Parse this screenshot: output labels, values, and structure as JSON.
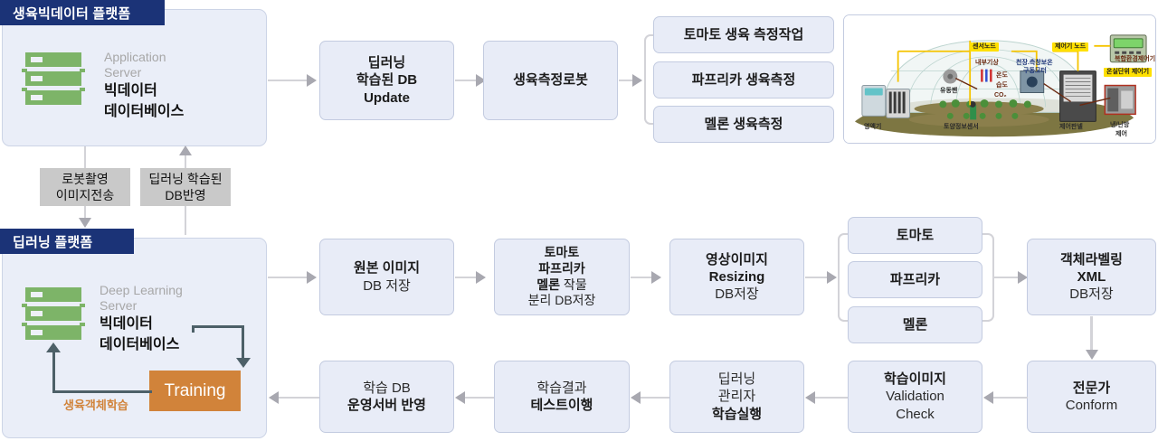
{
  "platforms": {
    "growth": {
      "title": "생육빅데이터 플랫폼",
      "server_sub": "Application\nServer",
      "server_sub_l1": "Application",
      "server_sub_l2": "Server",
      "server_main_l1": "빅데이터",
      "server_main_l2": "데이터베이스",
      "icon": "server-icon"
    },
    "deep": {
      "title": "딥러닝 플랫폼",
      "server_sub_l1": "Deep Learning",
      "server_sub_l2": "Server",
      "server_main_l1": "빅데이터",
      "server_main_l2": "데이터베이스",
      "icon": "server-icon",
      "training_label": "Training",
      "loop_label": "생육객체학습"
    }
  },
  "interconnect": {
    "robot_upload_l1": "로봇촬영",
    "robot_upload_l2": "이미지전송",
    "db_reflect_l1": "딥러닝 학습된",
    "db_reflect_l2": "DB반영"
  },
  "top_flow": {
    "n1_l1": "딥러닝",
    "n1_l2": "학습된 DB",
    "n1_l3": "Update",
    "n2_l1": "생육측정로봇",
    "branch": [
      {
        "label": "토마토 생육 측정작업"
      },
      {
        "label": "파프리카 생육측정"
      },
      {
        "label": "멜론 생육측정"
      }
    ]
  },
  "mid_flow": {
    "m1_l1": "원본 이미지",
    "m1_l2": "DB 저장",
    "m2_l1": "토마토",
    "m2_l2": "파프리카",
    "m2_l3a": "멜론",
    "m2_l3b": " 작물",
    "m2_l4": "분리 DB저장",
    "m3_l1": "영상이미지",
    "m3_l2": "Resizing",
    "m3_l3": "DB저장",
    "crops": [
      {
        "label": "토마토"
      },
      {
        "label": "파프리카"
      },
      {
        "label": "멜론"
      }
    ],
    "m5_l1": "객체라벨링",
    "m5_l2": "XML",
    "m5_l3": "DB저장"
  },
  "bottom_flow": {
    "b1_l1": "학습 DB",
    "b1_l2": "운영서버 반영",
    "b2_l1": "학습결과",
    "b2_l2": "테스트이행",
    "b3_l1": "딥러닝",
    "b3_l2": "관리자",
    "b3_l3": "학습실행",
    "b4_l1": "학습이미지",
    "b4_l2": "Validation",
    "b4_l3": "Check",
    "b5_l1": "전문가",
    "b5_l2": "Conform"
  },
  "greenhouse": {
    "tags": {
      "sensor_node": "센서노드",
      "controller_node": "제어기 노드",
      "greenhouse_unit_controller": "온실단위 제어기",
      "device_label": "복합환경제어기"
    },
    "labels": {
      "internal_weather": "내부기상",
      "temp": "온도",
      "humidity": "습도",
      "co2": "CO₂",
      "ceiling_motor_l1": "천장.측창보온",
      "ceiling_motor_l2": "구동모터",
      "fan": "유동팬",
      "cooler": "영액기",
      "soil_sensor": "토양정보센서",
      "control_panel": "제어판넬",
      "hvac_l1": "냉/난방",
      "hvac_l2": "제어"
    }
  },
  "colors": {
    "panel_title": "#1b3377",
    "node_fill": "#e8ecf7",
    "node_border": "#c3cbe0",
    "server_green": "#7db468",
    "training_orange": "#d1833a",
    "step_grey": "#c9c9c9",
    "connector": "#d3d3d8",
    "accent_yellow": "#ffe000"
  }
}
